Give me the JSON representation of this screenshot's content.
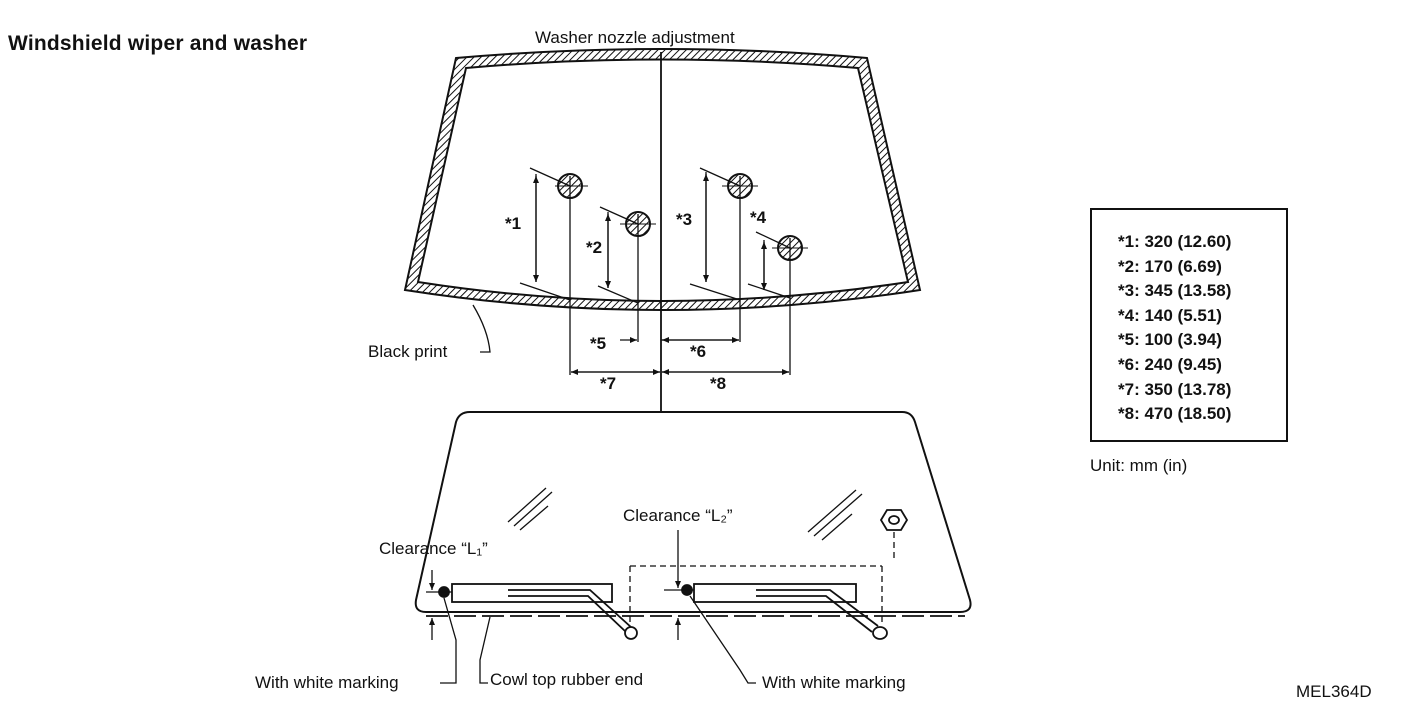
{
  "title": "Windshield wiper and washer",
  "labels": {
    "nozzle": "Washer nozzle adjustment",
    "black_print": "Black print",
    "clearance_l1": "Clearance “L₁”",
    "clearance_l2": "Clearance “L₂”",
    "white_marking_left": "With white marking",
    "cowl_top": "Cowl top rubber end",
    "white_marking_right": "With white marking"
  },
  "dimensions": [
    "*1",
    "*2",
    "*3",
    "*4",
    "*5",
    "*6",
    "*7",
    "*8"
  ],
  "specs": [
    "*1: 320 (12.60)",
    "*2: 170 (6.69)",
    "*3: 345 (13.58)",
    "*4: 140 (5.51)",
    "*5: 100 (3.94)",
    "*6: 240 (9.45)",
    "*7: 350 (13.78)",
    "*8: 470 (18.50)"
  ],
  "unit": "Unit: mm (in)",
  "figure_code": "MEL364D"
}
